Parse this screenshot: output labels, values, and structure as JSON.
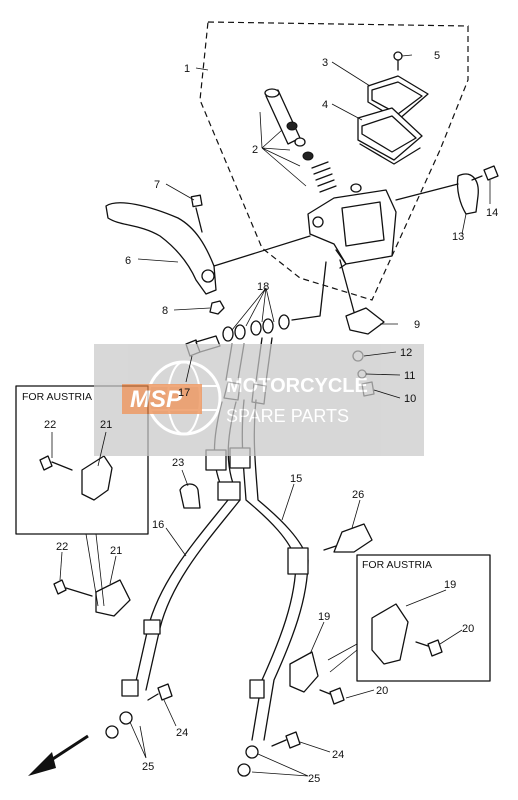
{
  "parts": {
    "p1": "1",
    "p2": "2",
    "p3": "3",
    "p4": "4",
    "p5": "5",
    "p6": "6",
    "p7": "7",
    "p8": "8",
    "p9": "9",
    "p10": "10",
    "p11": "11",
    "p12": "12",
    "p13": "13",
    "p14": "14",
    "p15": "15",
    "p16": "16",
    "p17": "17",
    "p18": "18",
    "p19a": "19",
    "p19b": "19",
    "p20a": "20",
    "p20b": "20",
    "p21a": "21",
    "p21b": "21",
    "p22a": "22",
    "p22b": "22",
    "p23": "23",
    "p24a": "24",
    "p24b": "24",
    "p25a": "25",
    "p25b": "25",
    "p26": "26"
  },
  "inset_left": {
    "title": "FOR AUSTRIA"
  },
  "inset_right": {
    "title": "FOR AUSTRIA"
  },
  "watermark": {
    "logo": "MSP",
    "line1": "MOTORCYCLE",
    "line2": "SPARE PARTS"
  },
  "colors": {
    "ink": "#111111",
    "watermark_band": "#c9c9c9",
    "watermark_logo": "#e8742a"
  }
}
